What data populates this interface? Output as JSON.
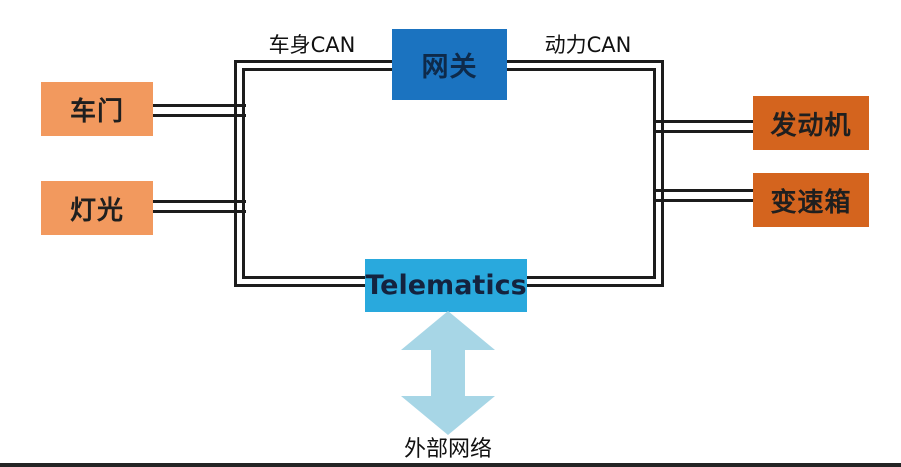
{
  "diagram": {
    "nodes": {
      "gateway": {
        "label": "网关"
      },
      "telematics": {
        "label": "Telematics"
      },
      "door": {
        "label": "车门"
      },
      "light": {
        "label": "灯光"
      },
      "engine": {
        "label": "发动机"
      },
      "transmission": {
        "label": "变速箱"
      }
    },
    "bus_labels": {
      "body_can": "车身CAN",
      "power_can": "动力CAN"
    },
    "external_network_label": "外部网络",
    "icons": {
      "external_arrow": "double-headed-vertical-arrow"
    },
    "colors": {
      "canvas-bg": "#ffffff",
      "gateway-blue": "#1b73c0",
      "telematics-cyan": "#29a9dd",
      "body-node-orange": "#f2995e",
      "power-node-orange": "#d4641e",
      "arrow-blue": "#a7d6e6",
      "line-color": "#1c1c1c",
      "gateway-text": "#0e2a4a",
      "telematics-text": "#14233f",
      "node-text": "#1f1f1f",
      "label-text": "#111111",
      "bottom-bar": "#242424"
    }
  }
}
